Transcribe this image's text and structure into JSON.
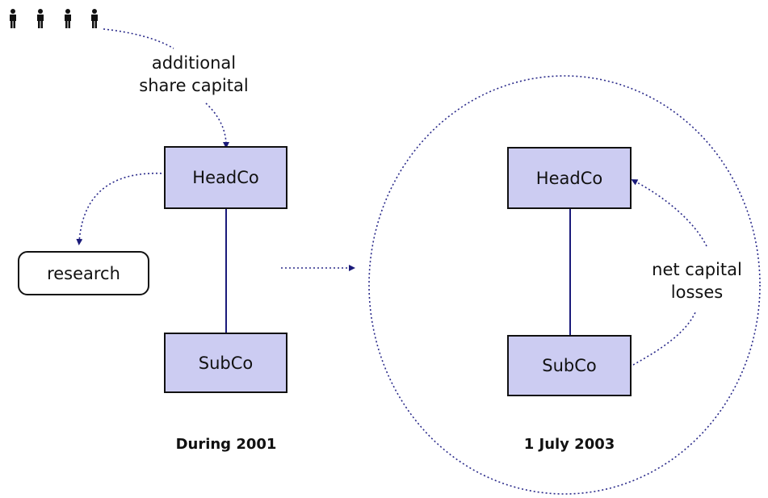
{
  "left_scene": {
    "top_box": "HeadCo",
    "bottom_box": "SubCo",
    "side_box": "research",
    "annotation_line1": "additional",
    "annotation_line2": "share capital",
    "caption": "During 2001"
  },
  "right_scene": {
    "top_box": "HeadCo",
    "bottom_box": "SubCo",
    "annotation_line1": "net capital",
    "annotation_line2": "losses",
    "caption": "1 July 2003"
  },
  "icons": [
    "person-icon",
    "person-icon",
    "person-icon",
    "person-icon"
  ],
  "colors": {
    "box_fill": "#ccccf2",
    "connector": "#1a1a7a",
    "dotted": "#2a2a8a",
    "ink": "#111111"
  }
}
